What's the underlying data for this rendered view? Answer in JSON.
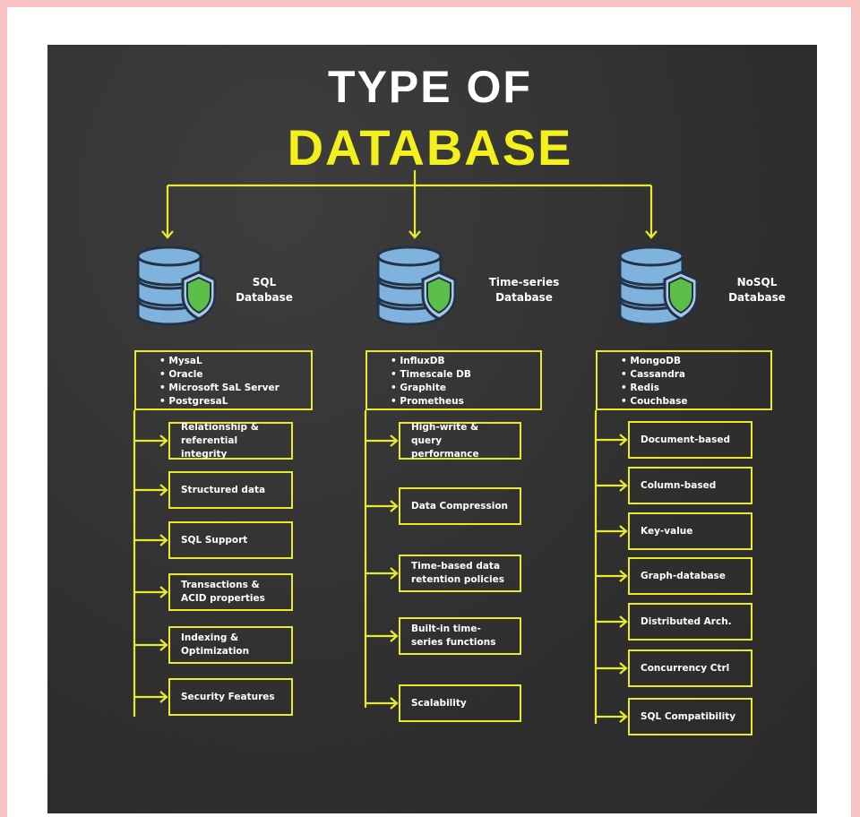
{
  "title_line1": "TYPE OF",
  "title_line2": "DATABASE",
  "colors": {
    "accent": "#f4f01c",
    "line": "#e9ea2c",
    "db_icon": "#7fb2dc",
    "shield": "#5cbf4a"
  },
  "columns": [
    {
      "label": "SQL Database",
      "examples": [
        "MysaL",
        "Oracle",
        "Microsoft SaL Server",
        "PostgresaL"
      ],
      "features": [
        "Relationship & referential integrity",
        "Structured data",
        "SQL Support",
        "Transactions & ACID properties",
        "Indexing & Optimization",
        "Security Features"
      ]
    },
    {
      "label": "Time-series Database",
      "examples": [
        "InfluxDB",
        "Timescale DB",
        "Graphite",
        "Prometheus"
      ],
      "features": [
        "High-write & query performance",
        "Data Compression",
        "Time-based data retention policies",
        "Built-in time-series functions",
        "Scalability"
      ]
    },
    {
      "label": "NoSQL Database",
      "examples": [
        "MongoDB",
        "Cassandra",
        "Redis",
        "Couchbase"
      ],
      "features": [
        "Document-based",
        "Column-based",
        "Key-value",
        "Graph-database",
        "Distributed Arch.",
        "Concurrency Ctrl",
        "SQL Compatibility"
      ]
    }
  ]
}
